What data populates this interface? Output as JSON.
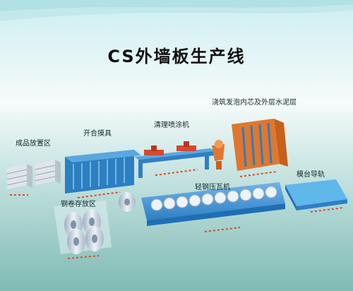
{
  "title": "CS外墙板生产线",
  "labels": {
    "finished_storage": "成品放置区",
    "mold_open_close": "开合摸具",
    "cleaning_spraying": "清理喷涂机",
    "pouring_foam": "浇筑发泡内芯及外层水泥层",
    "coil_storage": "钢卷存放区",
    "roll_forming": "轻钢压瓦机",
    "mold_rail": "模台导轨"
  },
  "colors": {
    "sky_top": "#d9f2f3",
    "ground": "#8fc7c1",
    "machine_blue": "#2c7fc0",
    "rail_red": "#d34a2e",
    "foam_orange": "#e0772f",
    "coil_silver": "#cfd9e4"
  }
}
